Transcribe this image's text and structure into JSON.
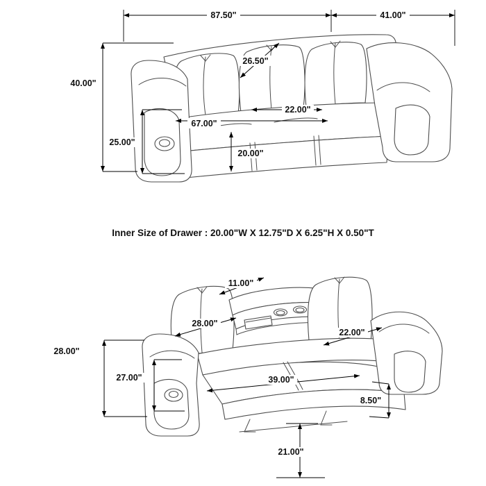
{
  "note": "Inner Size of Drawer : 20.00\"W X 12.75\"D X 6.25\"H X 0.50\"T",
  "top_view": {
    "dims": {
      "overall_width": "87.50\"",
      "depth_clearance": "41.00\"",
      "back_cushion_width": "26.50\"",
      "overall_height": "40.00\"",
      "arm_height": "25.00\"",
      "inner_seat_width": "67.00\"",
      "seat_cushion_width": "22.00\"",
      "seat_depth": "20.00\""
    }
  },
  "bottom_view": {
    "dims": {
      "table_width": "11.00\"",
      "left_seat_width": "28.00\"",
      "right_seat_width": "22.00\"",
      "reclined_back_height": "28.00\"",
      "arm_height": "27.00\"",
      "footrest_length": "39.00\"",
      "footrest_thickness": "8.50\"",
      "footrest_floor_clearance": "21.00\""
    }
  }
}
